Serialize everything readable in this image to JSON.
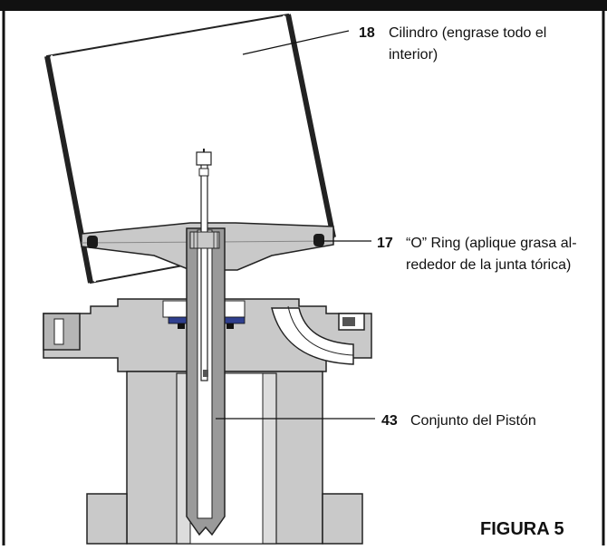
{
  "colors": {
    "frame": "#111111",
    "part_fill": "#c9c9c9",
    "part_dark": "#9a9a9a",
    "outline": "#222222",
    "oring": "#1a1a1a",
    "seal_blue": "#2f3f8f",
    "background": "#ffffff"
  },
  "callouts": [
    {
      "number": "18",
      "lines": [
        "Cilindro (engrase todo el",
        "interior)"
      ]
    },
    {
      "number": "17",
      "lines": [
        "“O” Ring (aplique grasa al-",
        "rededor de la junta tórica)"
      ]
    },
    {
      "number": "43",
      "lines": [
        "Conjunto del Pistón"
      ]
    }
  ],
  "figure_label": "FIGURA 5"
}
